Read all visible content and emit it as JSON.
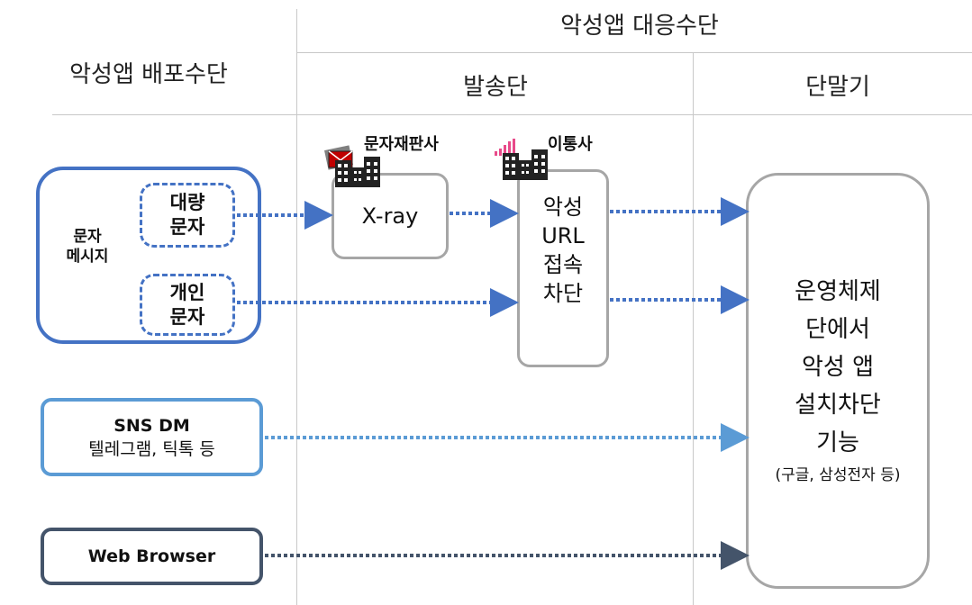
{
  "headers": {
    "response_means": "악성앱 대응수단",
    "distribution_means": "악성앱 배포수단",
    "sender_side": "발송단",
    "terminal": "단말기"
  },
  "sources": {
    "text_message_group": {
      "label_line1": "문자",
      "label_line2": "메시지"
    },
    "bulk_sms": {
      "line1": "대량",
      "line2": "문자"
    },
    "personal_sms": {
      "line1": "개인",
      "line2": "문자"
    },
    "sns_dm": {
      "line1": "SNS DM",
      "line2": "텔레그램, 틱톡 등"
    },
    "web_browser": {
      "label": "Web Browser"
    }
  },
  "sender_nodes": {
    "sms_reseller": {
      "caption": "문자재판사",
      "label": "X-ray"
    },
    "carrier": {
      "caption": "이통사",
      "line1": "악성",
      "line2": "URL",
      "line3": "접속",
      "line4": "차단"
    }
  },
  "terminal_node": {
    "line1": "운영체제",
    "line2": "단에서",
    "line3": "악성 앱",
    "line4": "설치차단",
    "line5": "기능",
    "note": "(구글, 삼성전자 등)"
  },
  "colors": {
    "text_group_border": "#4472c4",
    "dashed_border": "#4472c4",
    "sns_border": "#5b9bd5",
    "web_border": "#44546a",
    "node_border": "#a6a6a6",
    "arrow_blue": "#4472c4",
    "arrow_light": "#5b9bd5",
    "arrow_dark": "#44546a"
  },
  "icons": [
    "building-icon",
    "mail-icon",
    "signal-bars-icon"
  ]
}
